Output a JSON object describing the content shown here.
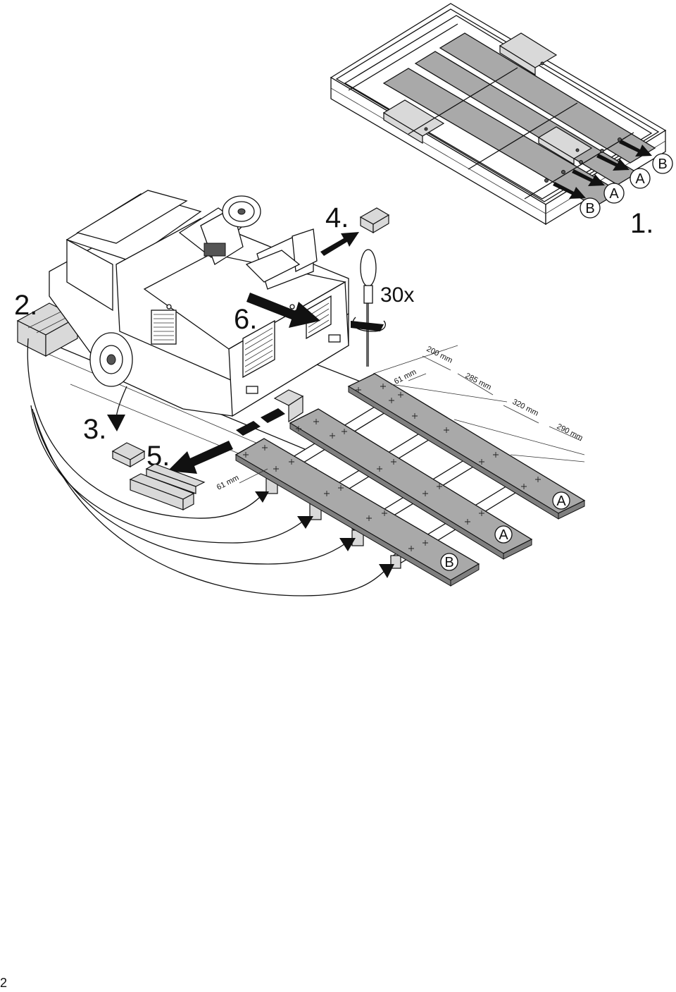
{
  "steps": {
    "s1": "1.",
    "s2": "2.",
    "s3": "3.",
    "s4": "4.",
    "s5": "5.",
    "s6": "6."
  },
  "screw_count": "30x",
  "dimensions": {
    "d200": "200 mm",
    "d61a": "61 mm",
    "d285": "285 mm",
    "d320": "320 mm",
    "d290": "290 mm",
    "d61b": "61 mm"
  },
  "board_labels": {
    "top_b1": "B",
    "top_a1": "A",
    "top_a2": "A",
    "top_b2": "B",
    "ramp_a1": "A",
    "ramp_a2": "A",
    "ramp_b": "B"
  },
  "page_number": "2"
}
